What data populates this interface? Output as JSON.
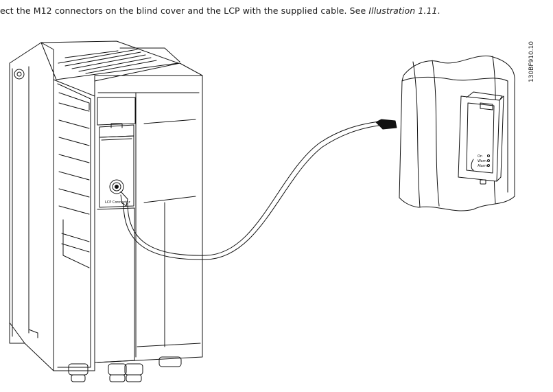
{
  "document": {
    "text_main": "ect the M12 connectors on the blind cover and the LCP with the supplied cable. See ",
    "text_ref": "Illustration 1.11",
    "text_end": "."
  },
  "figure": {
    "id": "130BF910.10",
    "connector_label": "LCP Connector",
    "lcp_label_1": "On",
    "lcp_label_2": "Warn.",
    "lcp_label_3": "Alarm"
  }
}
